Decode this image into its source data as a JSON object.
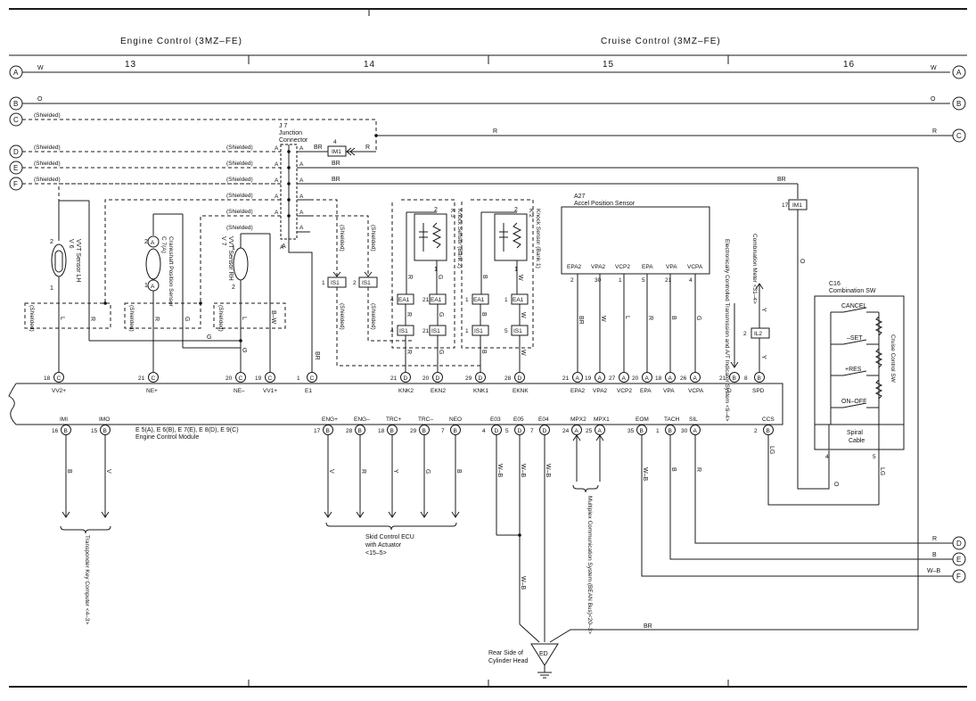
{
  "header": {
    "left_title": "Engine Control (3MZ–FE)",
    "right_title": "Cruise Control (3MZ–FE)",
    "sections": [
      "13",
      "14",
      "15",
      "16"
    ]
  },
  "left_connectors": [
    {
      "id": "A",
      "color": "W",
      "color_right": "W"
    },
    {
      "id": "B",
      "color": "O",
      "color_right": "O"
    },
    {
      "id": "C",
      "note": "(Shielded)"
    },
    {
      "id": "D",
      "note": "(Shielded)"
    },
    {
      "id": "E",
      "note": "(Shielded)"
    },
    {
      "id": "F",
      "note": "(Shielded)"
    }
  ],
  "right_connectors": [
    {
      "id": "A",
      "color": "W"
    },
    {
      "id": "B",
      "color": "O"
    },
    {
      "id": "C",
      "color": "R"
    }
  ],
  "shield_labels": [
    "(Shielded)",
    "(Shielded)",
    "(Shielded)",
    "(Shielded)",
    "(Shielded)",
    "(Shielded)"
  ],
  "junction": {
    "name": "J 7",
    "title": "Junction",
    "title2": "Connector",
    "pin": "A",
    "pin_bottom": "A"
  },
  "wire_colors": {
    "br": "BR",
    "r": "R",
    "a": "A",
    "g": "G",
    "l": "L",
    "o": "O",
    "y": "Y",
    "v": "V",
    "b": "B",
    "w": "W",
    "bw": "B–W",
    "wb": "W–B",
    "lg": "LG",
    "shielded": "(Shielded)"
  },
  "connectors_small": {
    "im1": "IM1",
    "is1": "IS1",
    "ea1": "EA1",
    "il2": "IL2",
    "im1_pin": "4",
    "im1_pin_right": "17"
  },
  "sensors": {
    "vv_lh": {
      "id": "V 6",
      "name": "VVT Sensor LH",
      "pin_top": "2",
      "pin_bottom": "1"
    },
    "crank": {
      "id": "C 7(A)",
      "name": "Crankshaft Position Sensor",
      "pin_top": "2",
      "pin_bottom": "1"
    },
    "vv_rh": {
      "id": "V 7",
      "name": "VVT Sensor RH",
      "pin_top": "1",
      "pin_bottom": "2"
    },
    "knock2": {
      "id": "K 3",
      "name": "Knock Sensor (Bank 2)",
      "pin_top": "2",
      "pin_bottom": "1"
    },
    "knock1": {
      "id": "K 2",
      "name": "Knock Sensor (Bank 1)",
      "pin_top": "2",
      "pin_bottom": "1"
    },
    "accel": {
      "id": "A27",
      "name": "Accel Position Sensor"
    },
    "combo_meter": {
      "name": "Combination Meter <31–4>"
    },
    "ect": {
      "name": "Electronically Controlled Transmission and A/T Indicator System <9–4>"
    },
    "combo_sw": {
      "id": "C16",
      "name": "Combination SW",
      "cancel": "CANCEL",
      "set": "–SET",
      "res": "+RES",
      "onoff": "ON–OFF",
      "cruise": "Cruise Control SW",
      "spiral": "Spiral",
      "spiral2": "Cable",
      "pin4": "4",
      "pin5": "5"
    }
  },
  "ecm": {
    "label1": "E 5(A), E 6(B), E 7(E), E 8(D), E 9(C)",
    "label2": "Engine Control Module",
    "top_pins": [
      {
        "num": "18",
        "conn": "C",
        "name": "VV2+"
      },
      {
        "num": "21",
        "conn": "C",
        "name": "NE+"
      },
      {
        "num": "20",
        "conn": "C",
        "name": "NE–"
      },
      {
        "num": "19",
        "conn": "C",
        "name": "VV1+"
      },
      {
        "num": "1",
        "conn": "C",
        "name": "E1"
      },
      {
        "num": "21",
        "conn": "D",
        "name": "KNK2"
      },
      {
        "num": "20",
        "conn": "D",
        "name": "EKN2"
      },
      {
        "num": "29",
        "conn": "D",
        "name": "KNK1"
      },
      {
        "num": "28",
        "conn": "D",
        "name": "EKNK"
      },
      {
        "num": "21",
        "conn": "A",
        "name": "EPA2"
      },
      {
        "num": "19",
        "conn": "A",
        "name": "VPA2"
      },
      {
        "num": "27",
        "conn": "A",
        "name": "VCP2"
      },
      {
        "num": "20",
        "conn": "A",
        "name": "EPA"
      },
      {
        "num": "18",
        "conn": "A",
        "name": "VPA"
      },
      {
        "num": "26",
        "conn": "A",
        "name": "VCPA"
      },
      {
        "num": "21",
        "conn": "B",
        "name": "D"
      },
      {
        "num": "8",
        "conn": "B",
        "name": "SPD"
      }
    ],
    "bottom_pins": [
      {
        "num": "16",
        "conn": "B",
        "name": "IMI"
      },
      {
        "num": "15",
        "conn": "B",
        "name": "IMO"
      },
      {
        "num": "17",
        "conn": "B",
        "name": "ENG+"
      },
      {
        "num": "28",
        "conn": "B",
        "name": "ENG–"
      },
      {
        "num": "18",
        "conn": "B",
        "name": "TRC+"
      },
      {
        "num": "29",
        "conn": "B",
        "name": "TRC–"
      },
      {
        "num": "7",
        "conn": "B",
        "name": "NEO"
      },
      {
        "num": "4",
        "conn": "D",
        "name": "E03"
      },
      {
        "num": "5",
        "conn": "D",
        "name": "E05"
      },
      {
        "num": "7",
        "conn": "D",
        "name": "E04"
      },
      {
        "num": "24",
        "conn": "A",
        "name": "MPX2"
      },
      {
        "num": "25",
        "conn": "A",
        "name": "MPX1"
      },
      {
        "num": "35",
        "conn": "B",
        "name": "EOM"
      },
      {
        "num": "1",
        "conn": "B",
        "name": "TACH"
      },
      {
        "num": "30",
        "conn": "A",
        "name": "SIL"
      },
      {
        "num": "2",
        "conn": "B",
        "name": "CCS"
      }
    ]
  },
  "destinations": {
    "transponder": "Transponder Key Computer <4–3>",
    "skid": "Skid Control ECU",
    "skid2": "with Actuator",
    "skid3": "<15–5>",
    "mpx": "Multiplex Communication System (BEAN Bus)<20–3>",
    "ground": "Rear Side of",
    "ground2": "Cylinder Head",
    "ground_id": "ED"
  },
  "bottom_right_connectors": [
    {
      "id": "D",
      "color": "R"
    },
    {
      "id": "E",
      "color": "B"
    },
    {
      "id": "F",
      "color": "W–B"
    }
  ]
}
